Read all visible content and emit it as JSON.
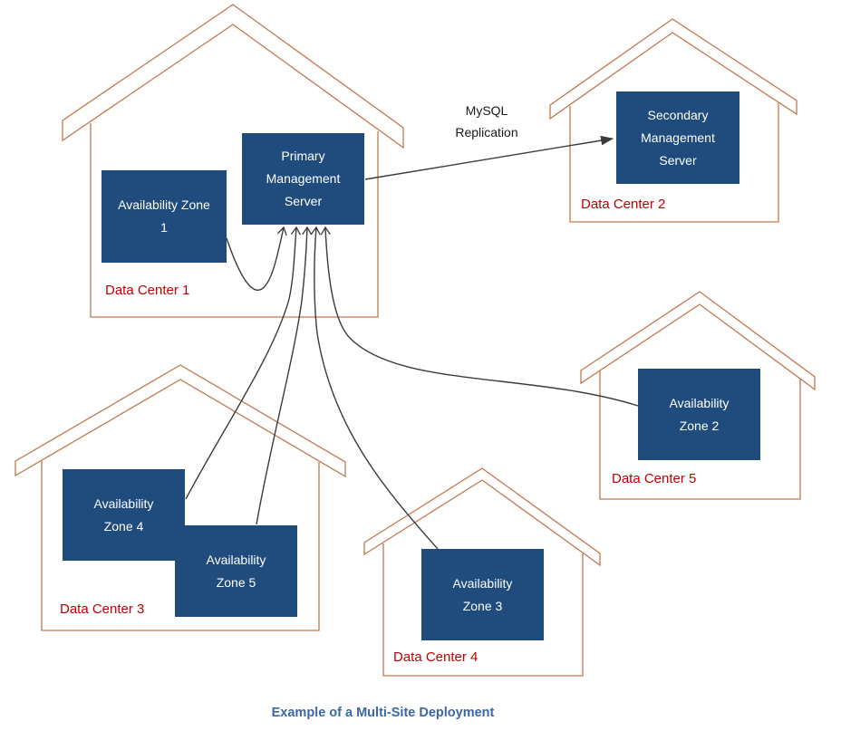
{
  "caption": "Example of a Multi-Site Deployment",
  "replication_label": "MySQL\nReplication",
  "nodes": {
    "availability_zone_1": "Availability Zone 1",
    "primary_management_server": "Primary Management Server",
    "secondary_management_server": "Secondary Management Server",
    "availability_zone_2": "Availability Zone 2",
    "availability_zone_3": "Availability Zone 3",
    "availability_zone_4": "Availability Zone 4",
    "availability_zone_5": "Availability Zone 5"
  },
  "data_centers": [
    {
      "label": "Data Center 1"
    },
    {
      "label": "Data Center 2"
    },
    {
      "label": "Data Center 3"
    },
    {
      "label": "Data Center 4"
    },
    {
      "label": "Data Center 5"
    }
  ],
  "connections": [
    {
      "from": "Primary Management Server",
      "to": "Secondary Management Server",
      "label": "MySQL Replication"
    },
    {
      "from": "Availability Zone 1",
      "to": "Primary Management Server"
    },
    {
      "from": "Availability Zone 2",
      "to": "Primary Management Server"
    },
    {
      "from": "Availability Zone 3",
      "to": "Primary Management Server"
    },
    {
      "from": "Availability Zone 4",
      "to": "Primary Management Server"
    },
    {
      "from": "Availability Zone 5",
      "to": "Primary Management Server"
    }
  ],
  "colors": {
    "node_fill": "#1F4C7C",
    "node_text": "#FFFFFF",
    "house_stroke": "#C0784E",
    "dc_label": "#C00000",
    "caption": "#3A67A8",
    "connector": "#3B3B3B"
  }
}
